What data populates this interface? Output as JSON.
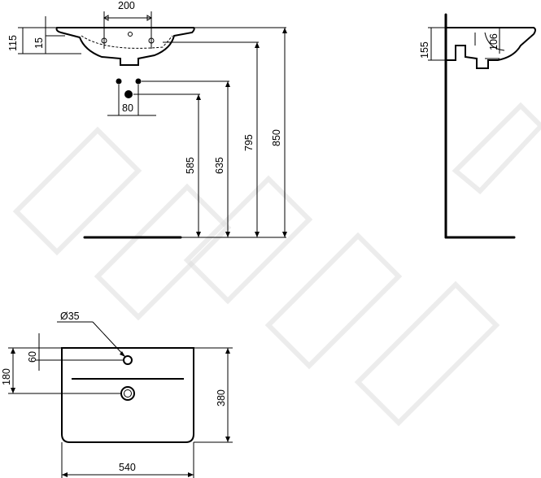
{
  "front_view": {
    "dimensions": {
      "tap_spacing": "200",
      "overall_height": "115",
      "rim_thickness": "15",
      "pipe_spacing": "80",
      "height_585": "585",
      "height_635": "635",
      "height_795": "795",
      "height_850": "850"
    }
  },
  "side_view": {
    "dimensions": {
      "depth_155": "155",
      "depth_106": "106"
    }
  },
  "top_view": {
    "dimensions": {
      "tap_hole_diameter": "Ø35",
      "tap_hole_offset": "60",
      "drain_offset": "180",
      "basin_depth": "380",
      "basin_width": "540"
    }
  }
}
